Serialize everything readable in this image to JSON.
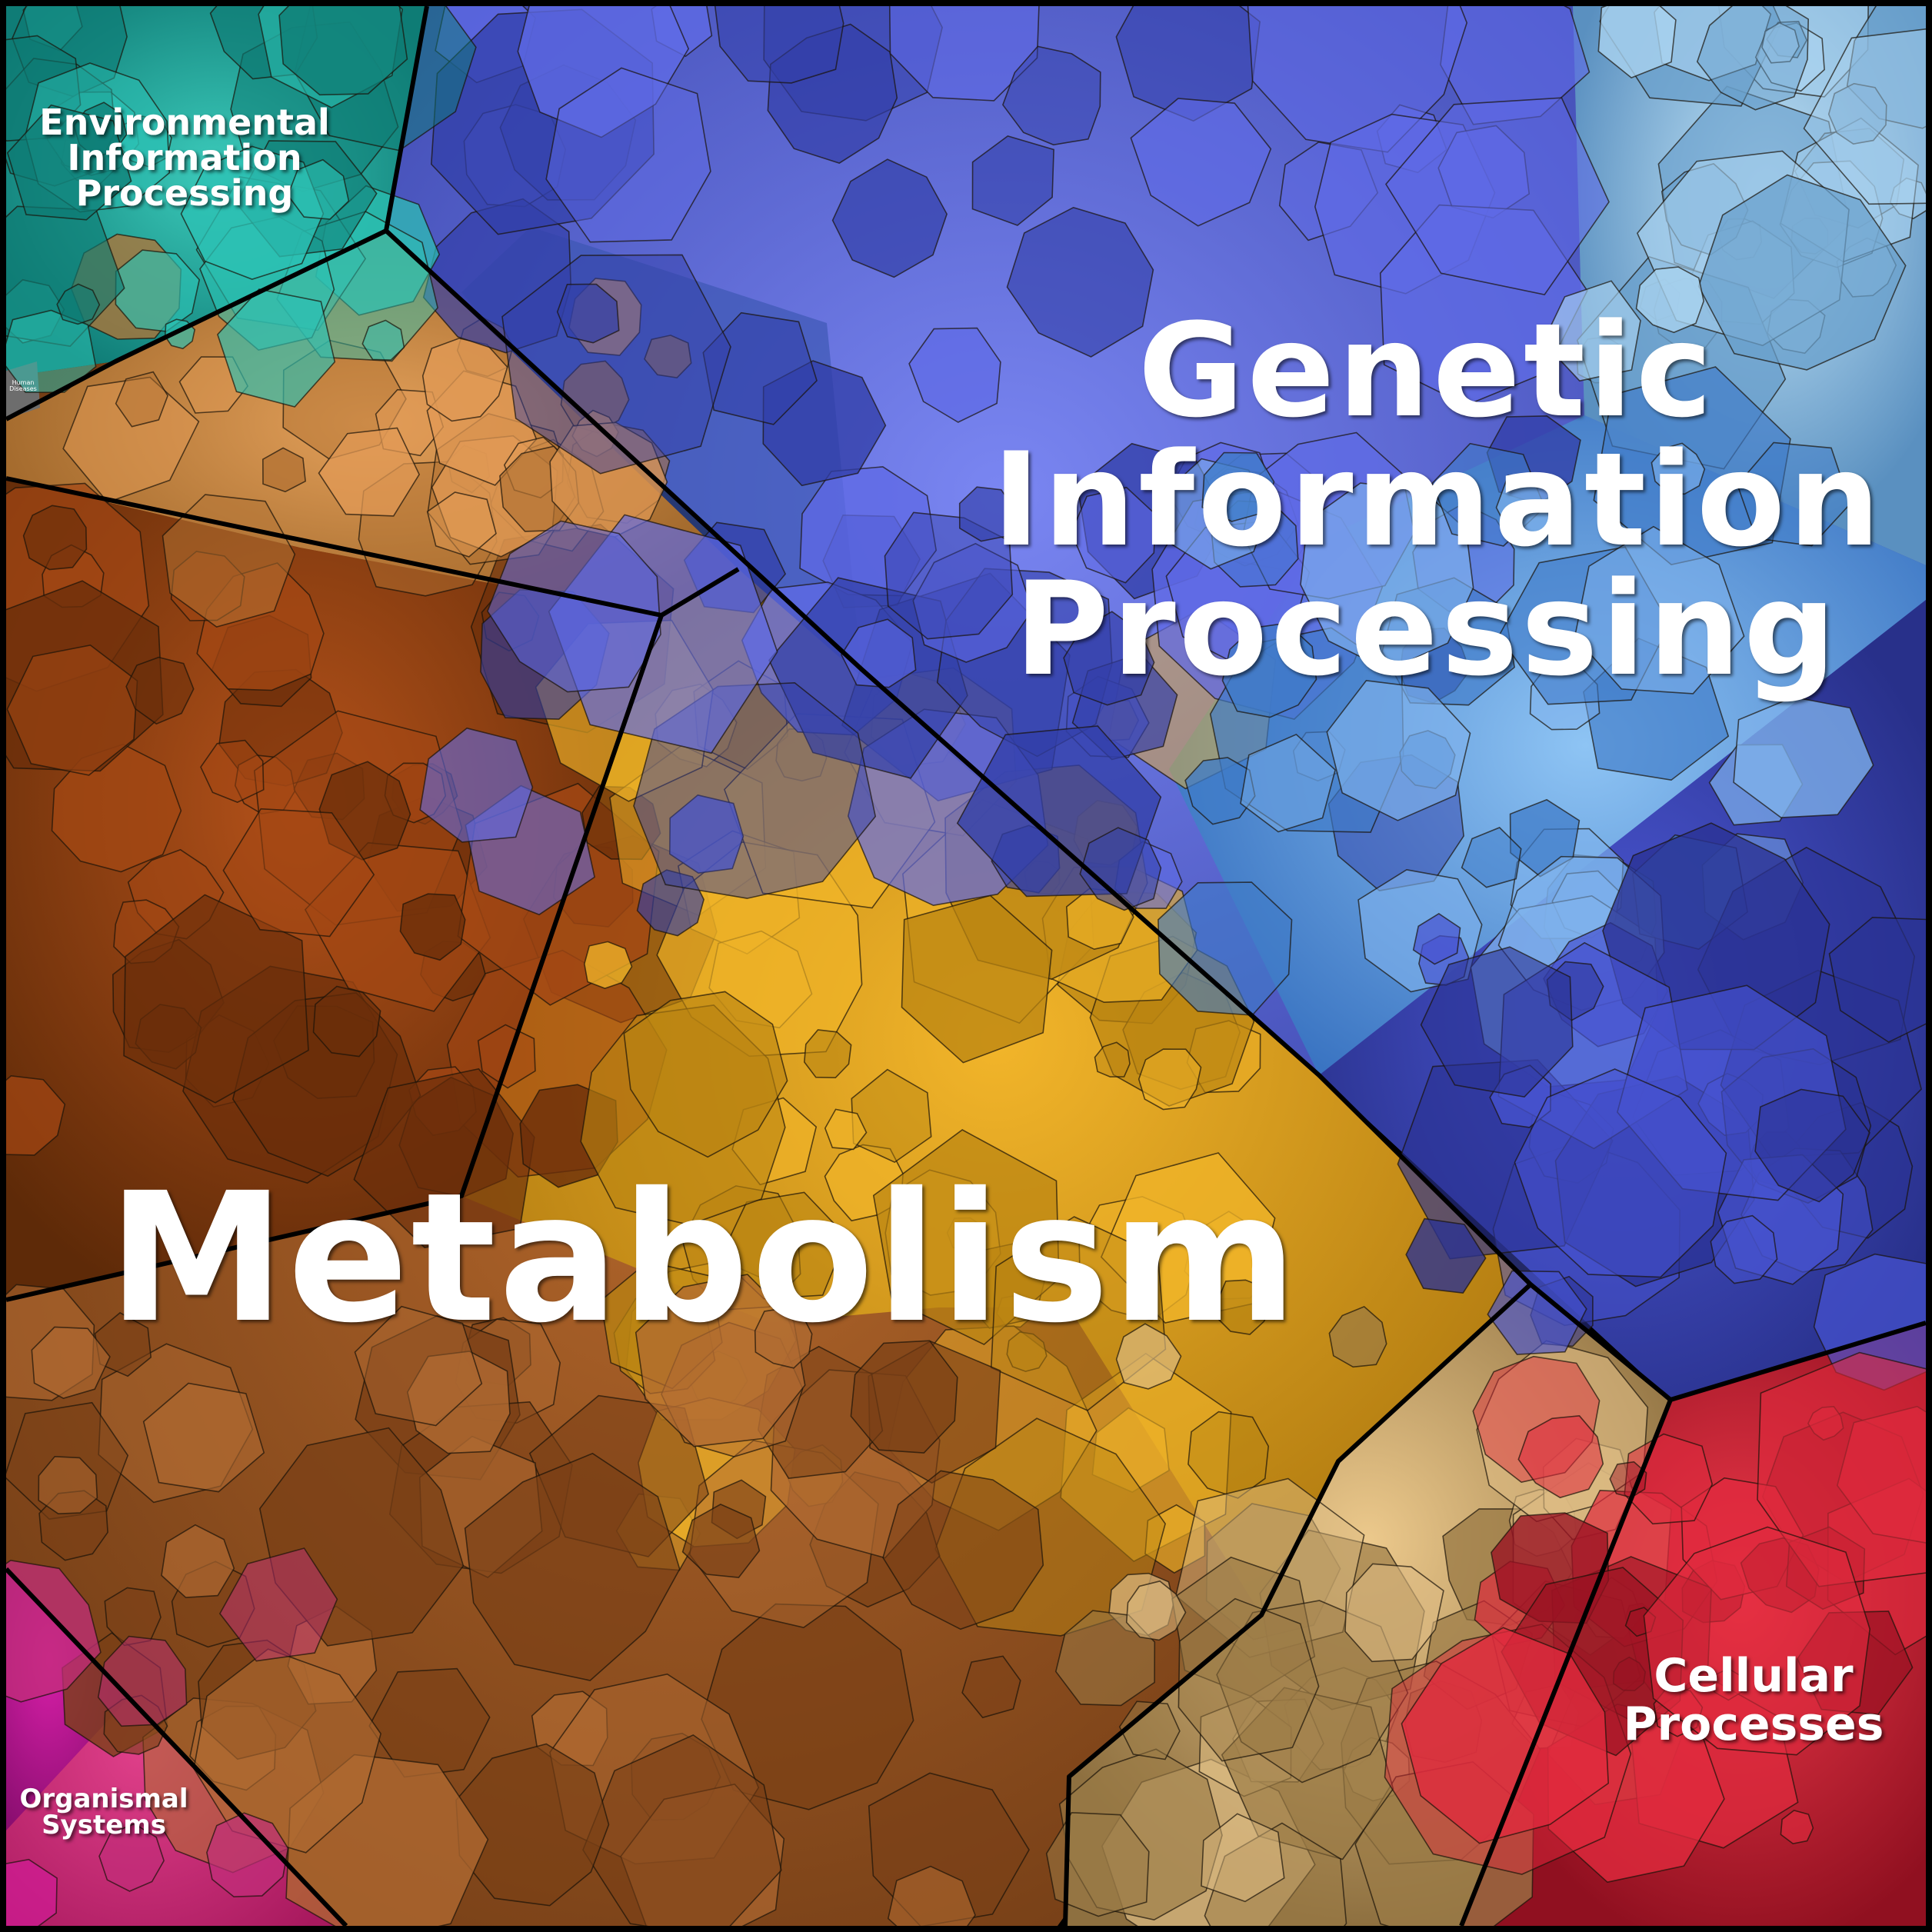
{
  "chart_data": {
    "type": "voronoi-treemap",
    "categories": [
      {
        "name": "Metabolism",
        "color": "#c8861e"
      },
      {
        "name": "Genetic\nInformation\nProcessing",
        "color": "#4a5fd0"
      },
      {
        "name": "Environmental\nInformation\nProcessing",
        "color": "#1aa59a"
      },
      {
        "name": "Cellular\nProcesses",
        "color": "#c8202f"
      },
      {
        "name": "Organismal\nSystems",
        "color": "#c0187e"
      },
      {
        "name": "Human\nDiseases",
        "color": "#666666"
      }
    ]
  },
  "labels": {
    "metabolism": "Metabolism",
    "genetic": "Genetic\nInformation\nProcessing",
    "environmental": "Environmental\nInformation\nProcessing",
    "cellular": "Cellular\nProcesses",
    "organismal": "Organismal\nSystems",
    "human": "Human\nDiseases"
  }
}
